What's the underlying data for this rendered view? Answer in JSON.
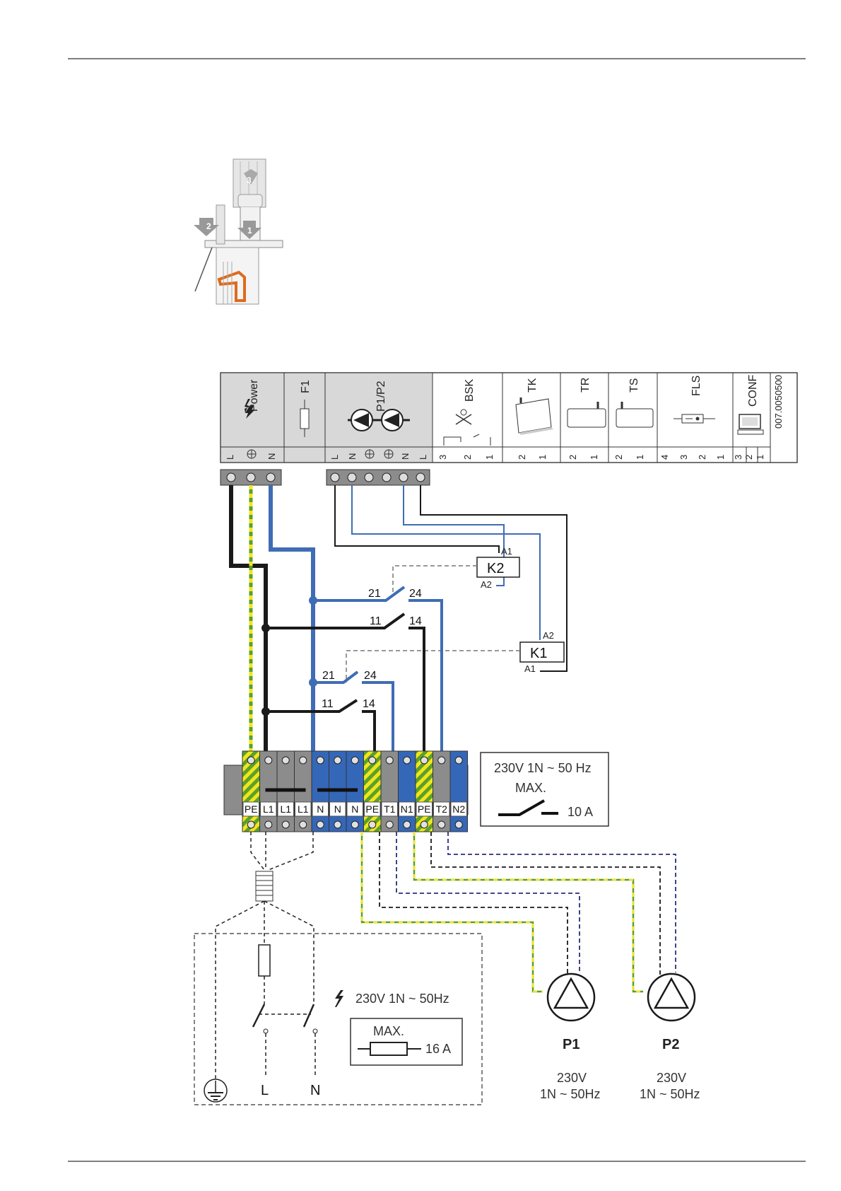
{
  "controller": {
    "columns": [
      {
        "title": "Power",
        "pins": [
          "L",
          "",
          "N"
        ]
      },
      {
        "title": "F1",
        "pins": []
      },
      {
        "title": "P1/P2",
        "pins": [
          "L",
          "N",
          "",
          "",
          "N",
          "L"
        ]
      },
      {
        "title": "BSK",
        "pins": [
          "3",
          "2",
          "1"
        ]
      },
      {
        "title": "TK",
        "pins": [
          "2",
          "1"
        ]
      },
      {
        "title": "TR",
        "pins": [
          "2",
          "1"
        ]
      },
      {
        "title": "TS",
        "pins": [
          "2",
          "1"
        ]
      },
      {
        "title": "FLS",
        "pins": [
          "4",
          "3",
          "2",
          "1"
        ]
      },
      {
        "title": "CONF",
        "pins": [
          "3",
          "2",
          "1"
        ]
      }
    ],
    "doc_code": "007.0050500"
  },
  "relays": {
    "k2": {
      "name": "K2",
      "a1": "A1",
      "a2": "A2",
      "contacts": [
        "21",
        "24",
        "11",
        "14"
      ]
    },
    "k1": {
      "name": "K1",
      "a1": "A1",
      "a2": "A2",
      "contacts": [
        "21",
        "24",
        "11",
        "14"
      ]
    }
  },
  "terminal_strip": {
    "labels": [
      "PE",
      "L1",
      "L1",
      "L1",
      "N",
      "N",
      "N",
      "PE",
      "T1",
      "N1",
      "PE",
      "T2",
      "N2"
    ]
  },
  "rating_box": {
    "line1": "230V 1N ~ 50 Hz",
    "line2": "MAX.",
    "current": "10 A"
  },
  "supply": {
    "voltage": "230V 1N ~ 50Hz",
    "fuse_max": "MAX.",
    "fuse_current": "16 A",
    "l_label": "L",
    "n_label": "N"
  },
  "pumps": [
    {
      "name": "P1",
      "voltage": "230V",
      "spec": "1N ~ 50Hz"
    },
    {
      "name": "P2",
      "voltage": "230V",
      "spec": "1N ~ 50Hz"
    }
  ],
  "colors": {
    "blue": "#3f6db5",
    "black": "#1a1a1a",
    "green": "#5aa02c",
    "yellow": "#f2e51c",
    "navy": "#2b2d7a",
    "panel_gray": "#d8d8d8",
    "term_gray": "#8c8c8c",
    "term_blue": "#3567b8"
  }
}
